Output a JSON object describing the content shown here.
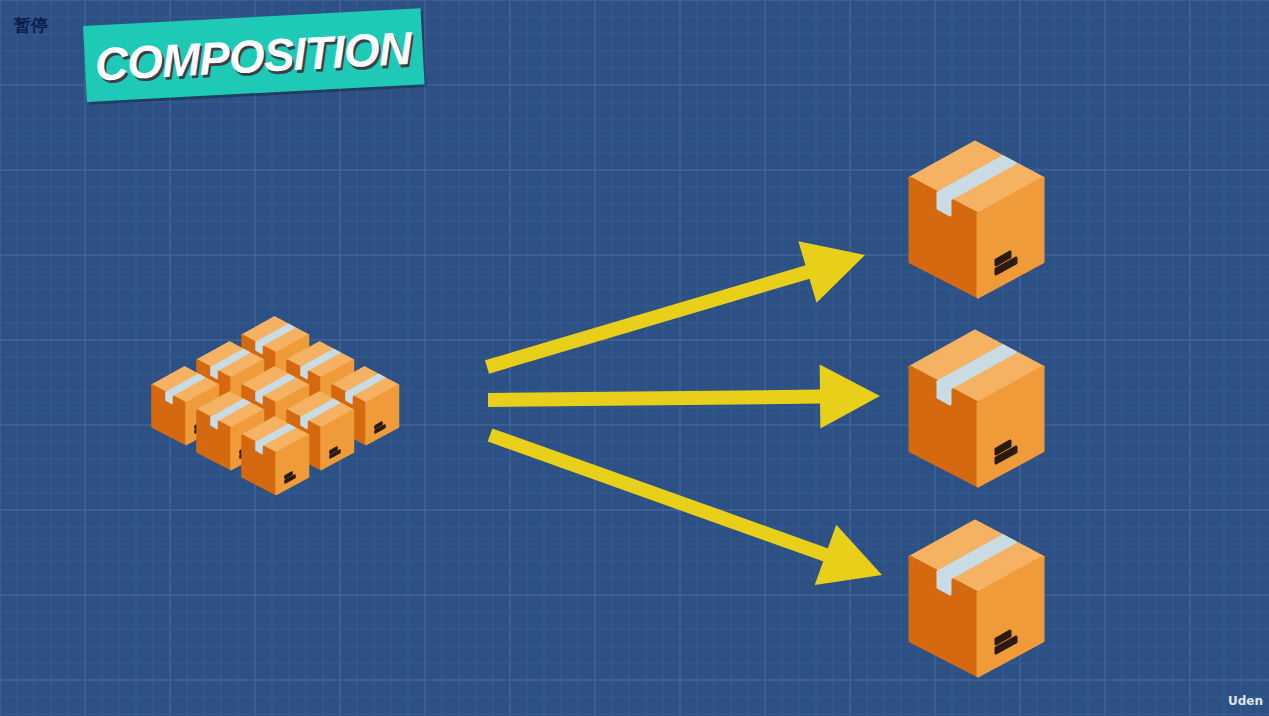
{
  "diagram": {
    "title": "COMPOSITION",
    "labels": [
      "暂停",
      "Uden"
    ]
  }
}
